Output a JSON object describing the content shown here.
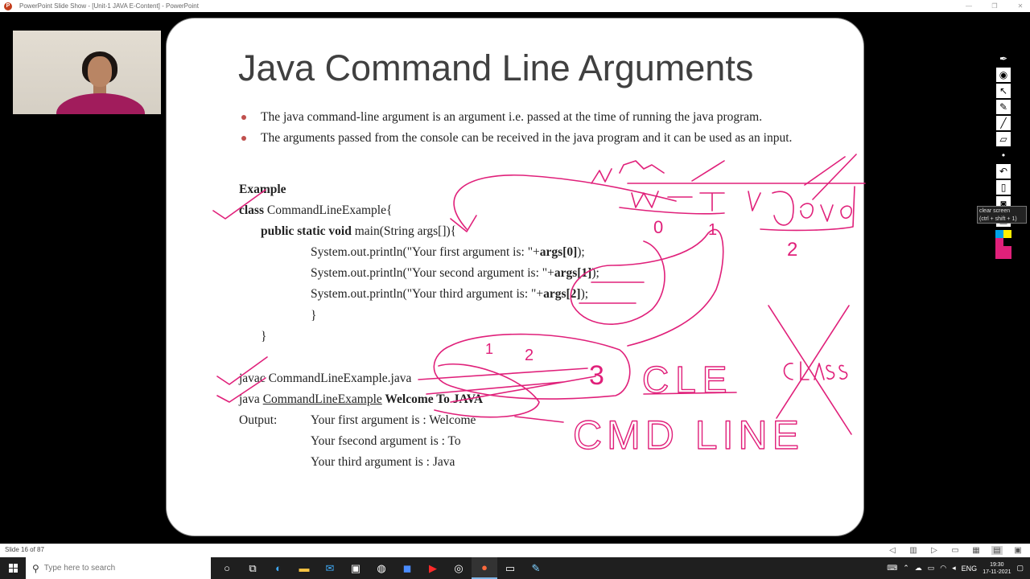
{
  "window": {
    "title": "PowerPoint Slide Show - [Unit-1 JAVA E-Content] - PowerPoint",
    "app_icon": "P",
    "minimize": "—",
    "maximize": "❐",
    "close": "✕"
  },
  "slide": {
    "title": "Java Command Line Arguments",
    "bullets": [
      "The java command-line argument is an argument i.e. passed at the time of running the java program.",
      "The arguments passed from the console can be received in the java program and it can be used as an input."
    ],
    "example_label": "Example",
    "code": {
      "class_kw": "class",
      "class_name": " CommandLineExample{",
      "main_kw": "public static void",
      "main_sig": " main(String args[]){",
      "println1_prefix": "System.out.println(\"Your first argument is: \"+",
      "println1_arg": "args[0]",
      "println1_suffix": ");",
      "println2_prefix": "System.out.println(\"Your second argument is: \"+",
      "println2_arg": "args[1]",
      "println2_suffix": ");",
      "println3_prefix": "System.out.println(\"Your third argument is: \"+",
      "println3_arg": "args[2]",
      "println3_suffix": ");",
      "close_inner": "}",
      "close_outer": "}"
    },
    "compile_cmd": "javac CommandLineExample.java",
    "run_cmd_prefix": "java ",
    "run_cmd_class": "CommandLineExample",
    "run_cmd_args": " Welcome To JAVA",
    "output_label": "Output:",
    "outputs": [
      "Your first argument is : Welcome",
      "Your fsecond argument is : To",
      "Your third argument is : Java"
    ]
  },
  "ink": {
    "color": "#e0207a",
    "annotations": [
      "1",
      "2",
      "3",
      "0",
      "1",
      "2",
      "CLE",
      "CMD LINE"
    ]
  },
  "toolbar": {
    "tools": [
      "pen-icon",
      "eye-icon",
      "pointer-icon",
      "highlighter-icon",
      "pen-thin-icon",
      "eraser-icon",
      "dot-icon",
      "undo-icon",
      "clear-icon",
      "camera-icon",
      "clipboard-icon"
    ],
    "tooltip_line1": "clear screen",
    "tooltip_line2": "(ctrl + shift + 1)",
    "palette": [
      "#00a2e8",
      "#ffee00",
      "#e0207a",
      "#000000",
      "#e0207a"
    ]
  },
  "statusbar": {
    "slide_count": "Slide 16 of 87"
  },
  "taskbar": {
    "search_placeholder": "Type here to search",
    "language": "ENG",
    "time": "19:30",
    "date": "17-11-2021"
  }
}
